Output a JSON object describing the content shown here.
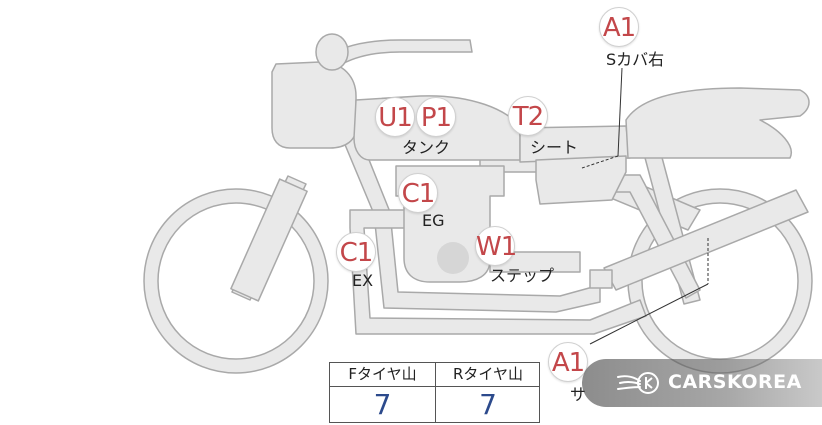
{
  "markers": [
    {
      "id": "a1-right-cover",
      "code": "A1",
      "label": "Sカバ右"
    },
    {
      "id": "u1-tank",
      "code": "U1"
    },
    {
      "id": "p1-tank",
      "code": "P1",
      "label": "タンク"
    },
    {
      "id": "t2-seat",
      "code": "T2",
      "label": "シート"
    },
    {
      "id": "c1-engine",
      "code": "C1",
      "label": "EG"
    },
    {
      "id": "c1-exhaust",
      "code": "C1",
      "label": "EX"
    },
    {
      "id": "w1-step",
      "code": "W1",
      "label": "ステップ"
    },
    {
      "id": "a1-lower",
      "code": "A1",
      "label": "サ"
    }
  ],
  "tread_table": {
    "front_header": "Fタイヤ山",
    "rear_header": "Rタイヤ山",
    "front_value": "7",
    "rear_value": "7"
  },
  "watermark": {
    "brand": "CARSKOREA",
    "icon": "wing-logo-icon"
  },
  "colors": {
    "bike_fill": "#e9e9e9",
    "bike_stroke": "#a9a9a9",
    "marker_text": "#c3474a",
    "value_text": "#2c4a8c"
  }
}
